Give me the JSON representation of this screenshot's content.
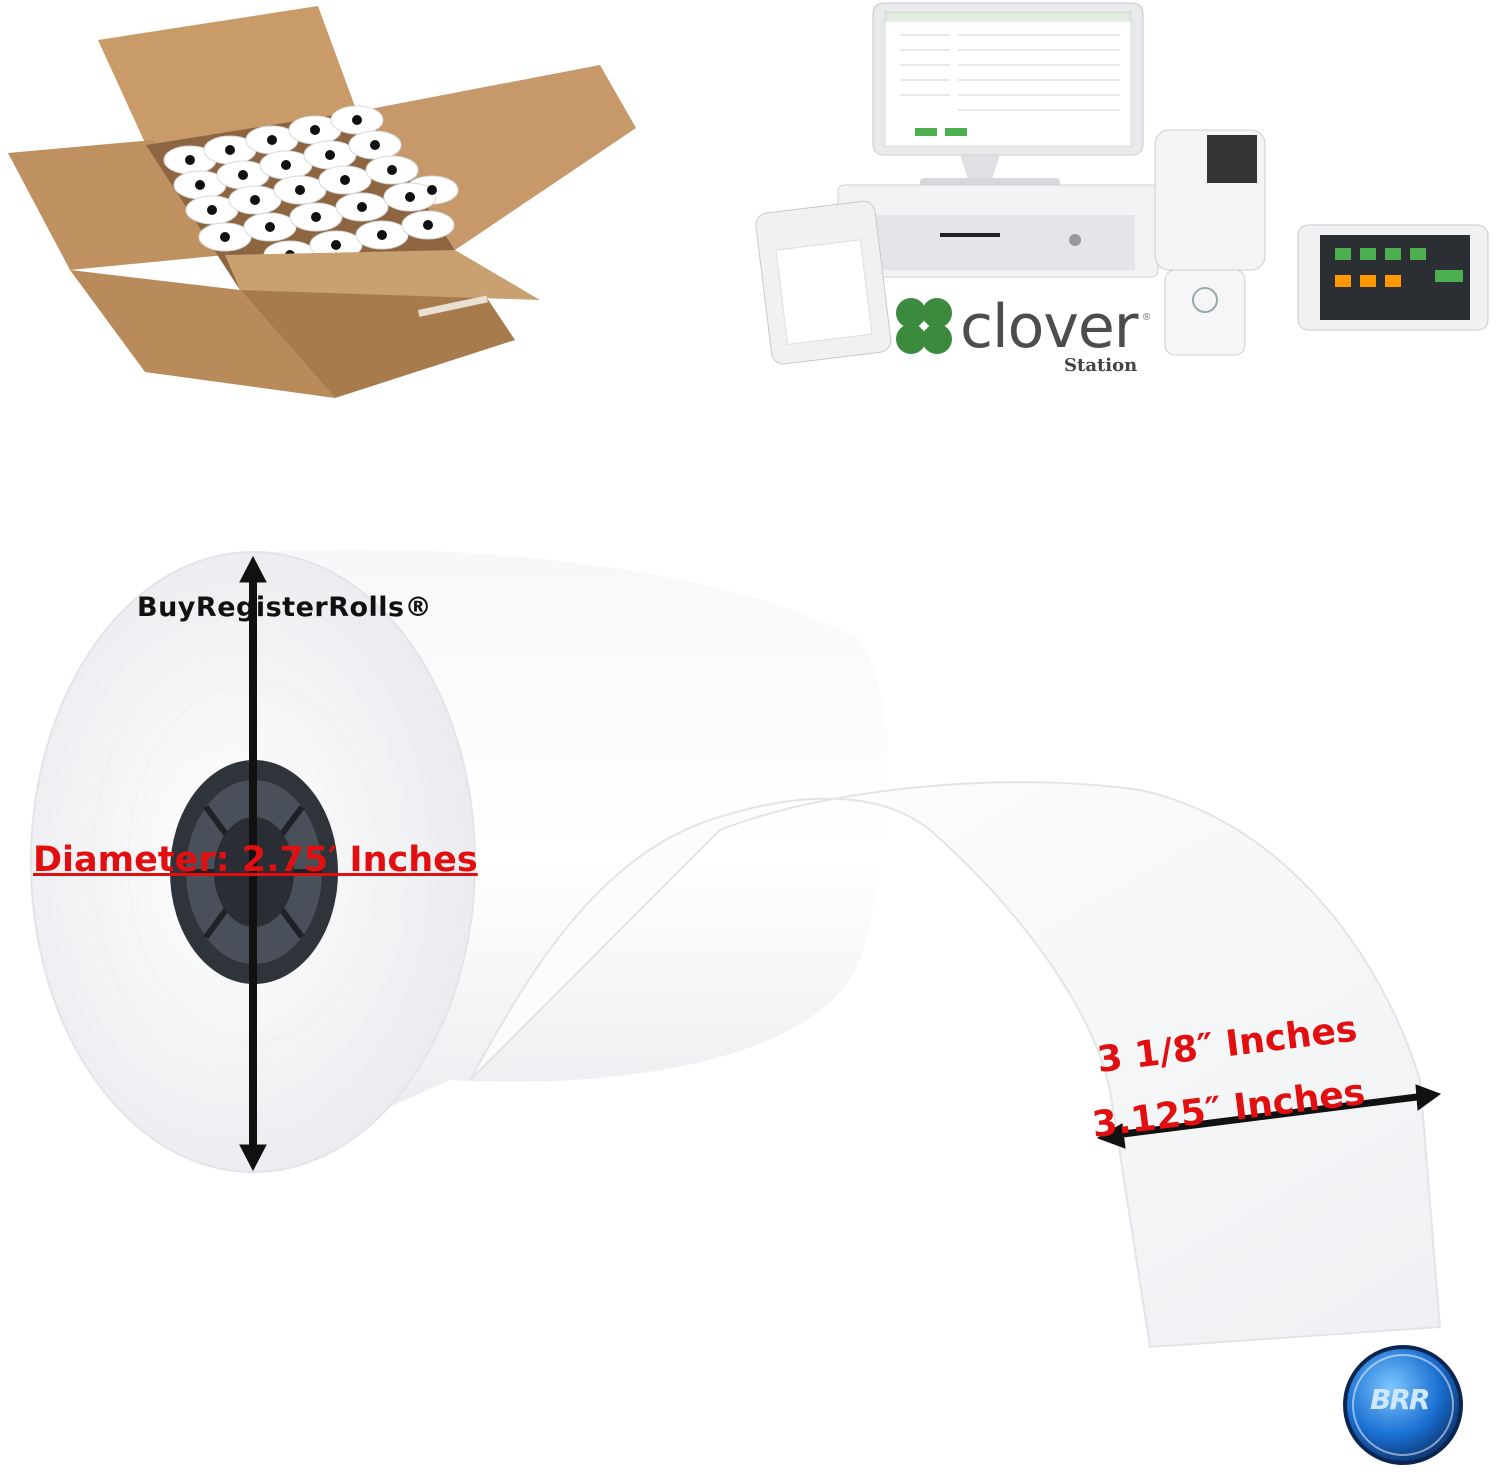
{
  "brand_label": "BuyRegisterRolls®",
  "diameter_label": "Diameter: 2.75′ Inches",
  "width_label_fraction": "3 1/8″ Inches",
  "width_label_decimal": "3.125″ Inches",
  "clover_logo": {
    "word": "clover",
    "subtitle": "Station",
    "color": "#3b8a3e"
  },
  "corner_logo": {
    "text": "BRR",
    "color": "#1a6fd1"
  },
  "colors": {
    "annotation_red": "#e10f0f",
    "arrow": "#111111",
    "cardboard": "#b98b5a",
    "paper": "#ffffff"
  },
  "icons": [
    "register-roll-box",
    "pos-station",
    "clover-leaf-icon",
    "arrow-icon",
    "brr-logo-icon"
  ]
}
